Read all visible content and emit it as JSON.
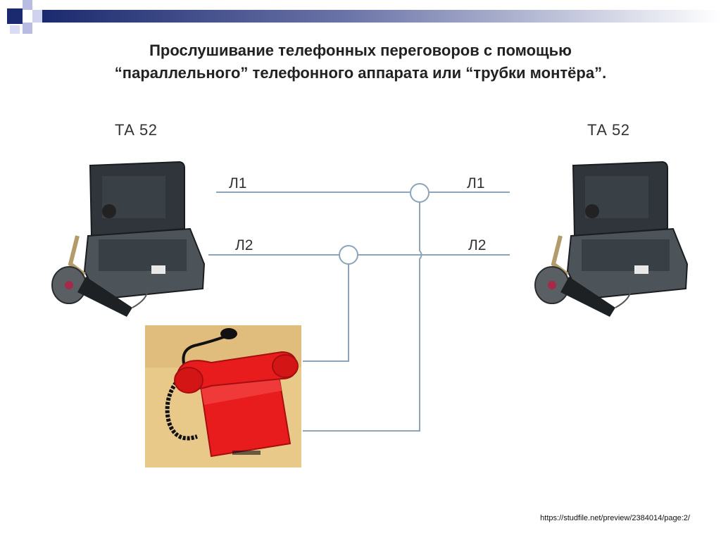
{
  "title": {
    "line1": "Прослушивание телефонных переговоров с помощью",
    "line2": "“параллельного” телефонного аппарата или “трубки монтёра”."
  },
  "left_phone": {
    "label": "ТА 52"
  },
  "right_phone": {
    "label": "ТА 52"
  },
  "lines": {
    "l1_left": "Л1",
    "l1_right": "Л1",
    "l2_left": "Л2",
    "l2_right": "Л2"
  },
  "source_url": "https://studfile.net/preview/2384014/page:2/",
  "colors": {
    "line": "#8ea4b8",
    "deco_navy": "#1b2a6e",
    "phone_body": "#2f353a",
    "red_phone": "#e81c1c"
  }
}
